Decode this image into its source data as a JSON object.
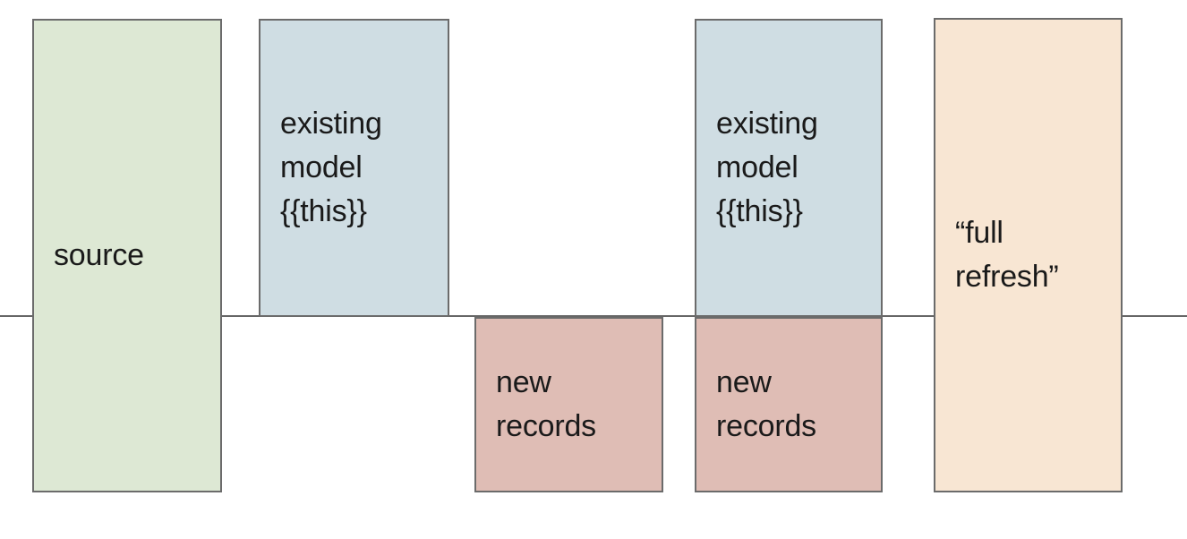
{
  "diagram": {
    "title": "incremental model full refresh diagram",
    "background_color": "#ffffff",
    "divider": {
      "name": "horizontal-axis-line",
      "color": "#666666"
    },
    "boxes": [
      {
        "id": "source",
        "label": "source",
        "fill": "#dde8d4",
        "stroke": "#6b6b6b"
      },
      {
        "id": "existing-model-1",
        "label": "existing\nmodel\n{{this}}",
        "fill": "#cfdde3",
        "stroke": "#6b6b6b"
      },
      {
        "id": "new-records-1",
        "label": "new\nrecords",
        "fill": "#dfbdb5",
        "stroke": "#6b6b6b"
      },
      {
        "id": "existing-model-2",
        "label": "existing\nmodel\n{{this}}",
        "fill": "#cfdde3",
        "stroke": "#6b6b6b"
      },
      {
        "id": "new-records-2",
        "label": "new\nrecords",
        "fill": "#dfbdb5",
        "stroke": "#6b6b6b"
      },
      {
        "id": "full-refresh",
        "label": "“full\nrefresh”",
        "fill": "#f8e6d3",
        "stroke": "#6b6b6b"
      }
    ]
  }
}
